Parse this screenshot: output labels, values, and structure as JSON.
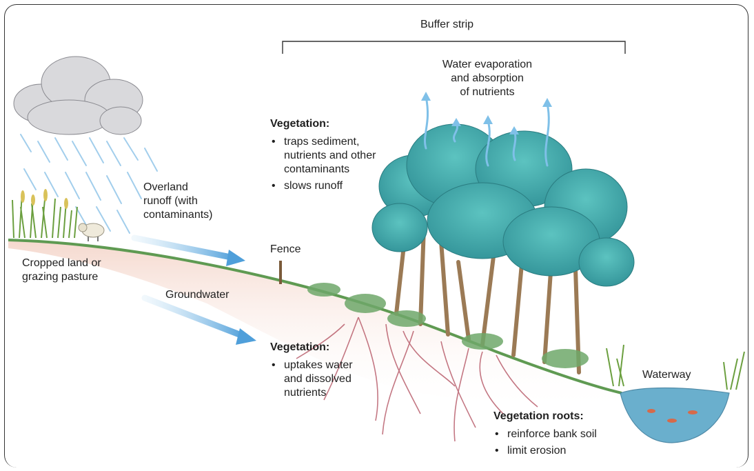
{
  "labels": {
    "buffer_strip": "Buffer strip",
    "evaporation": [
      "Water evaporation",
      "and absorption",
      "of nutrients"
    ],
    "overland_runoff": [
      "Overland",
      "runoff (with",
      "contaminants)"
    ],
    "cropped_land": [
      "Cropped land or",
      "grazing pasture"
    ],
    "groundwater": "Groundwater",
    "fence": "Fence",
    "waterway": "Waterway"
  },
  "vegetation_top": {
    "heading": "Vegetation:",
    "items": [
      [
        "traps sediment,",
        "nutrients and other",
        "contaminants"
      ],
      [
        "slows runoff"
      ]
    ]
  },
  "vegetation_mid": {
    "heading": "Vegetation:",
    "items": [
      [
        "uptakes water",
        "and dissolved",
        "nutrients"
      ]
    ]
  },
  "vegetation_roots": {
    "heading": "Vegetation roots:",
    "items": [
      [
        "reinforce bank soil"
      ],
      [
        "limit erosion"
      ]
    ]
  },
  "colors": {
    "sky_arrow": "#6fb3e0",
    "tree_canopy": "#3fa9a8",
    "ground": "#5f9a52",
    "water": "#5aa7c8",
    "roots": "#b04a5a"
  }
}
